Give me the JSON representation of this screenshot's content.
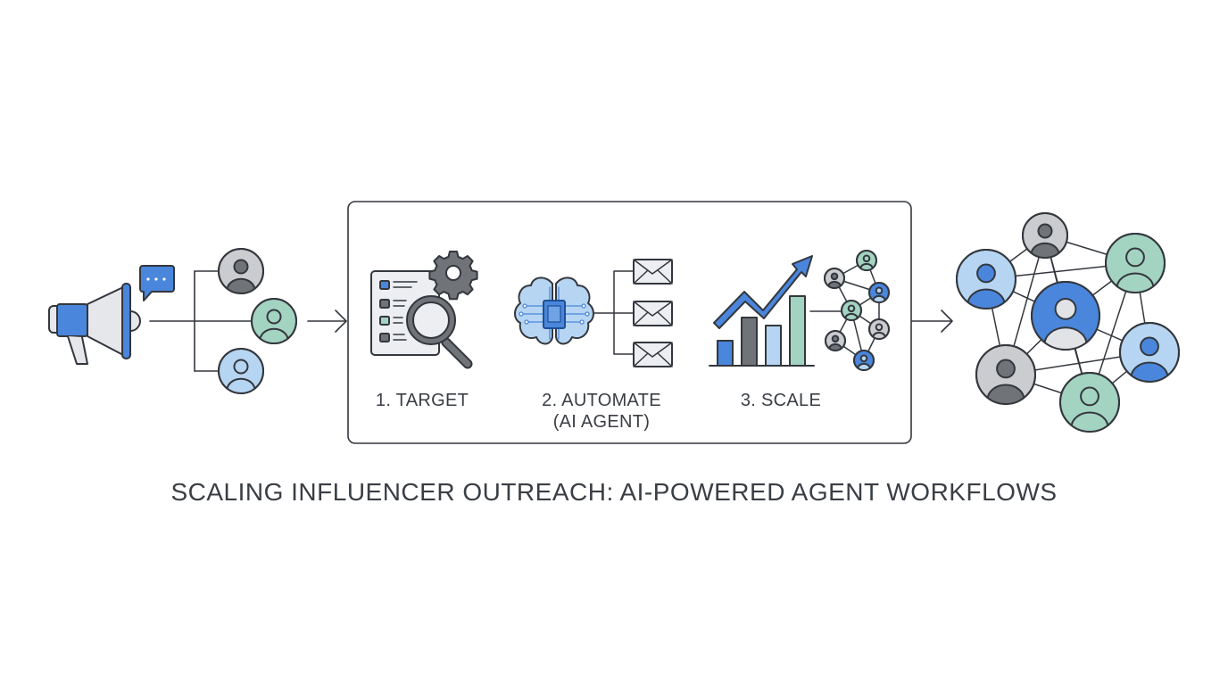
{
  "steps": [
    {
      "label": "1. TARGET"
    },
    {
      "label": "2. AUTOMATE",
      "sublabel": "(AI AGENT)"
    },
    {
      "label": "3. SCALE"
    }
  ],
  "title": "SCALING INFLUENCER OUTREACH: AI-POWERED AGENT WORKFLOWS",
  "colors": {
    "stroke": "#33373d",
    "blue": "#4a86db",
    "light_blue": "#b6d5f2",
    "green": "#a3d3c1",
    "gray": "#cbcccf",
    "dark_gray": "#707377",
    "paper": "#eceef1"
  },
  "icons": [
    "megaphone-icon",
    "chat-bubble-icon",
    "user-icon",
    "checklist-icon",
    "gear-icon",
    "magnifier-icon",
    "brain-chip-icon",
    "envelope-icon",
    "growth-chart-icon",
    "network-icon"
  ]
}
